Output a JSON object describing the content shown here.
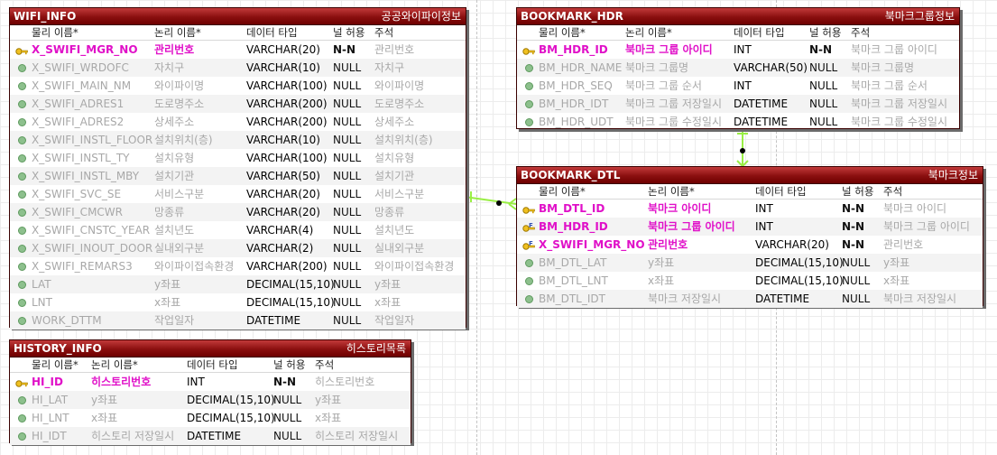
{
  "entities": {
    "wifi": {
      "name": "WIFI_INFO",
      "logical": "공공와이파이정보",
      "headers": [
        "물리 이름*",
        "논리 이름*",
        "데이터 타입",
        "널 허용",
        "주석"
      ],
      "rows": [
        {
          "phys": "X_SWIFI_MGR_NO",
          "logi": "관리번호",
          "type": "VARCHAR(20)",
          "null": "N-N",
          "cmt": "관리번호",
          "key": "pk"
        },
        {
          "phys": "X_SWIFI_WRDOFC",
          "logi": "자치구",
          "type": "VARCHAR(10)",
          "null": "NULL",
          "cmt": "자치구",
          "key": "none"
        },
        {
          "phys": "X_SWIFI_MAIN_NM",
          "logi": "와이파이명",
          "type": "VARCHAR(100)",
          "null": "NULL",
          "cmt": "와이파이명",
          "key": "none"
        },
        {
          "phys": "X_SWIFI_ADRES1",
          "logi": "도로명주소",
          "type": "VARCHAR(200)",
          "null": "NULL",
          "cmt": "도로명주소",
          "key": "none"
        },
        {
          "phys": "X_SWIFI_ADRES2",
          "logi": "상세주소",
          "type": "VARCHAR(200)",
          "null": "NULL",
          "cmt": "상세주소",
          "key": "none"
        },
        {
          "phys": "X_SWIFI_INSTL_FLOOR",
          "logi": "설치위치(층)",
          "type": "VARCHAR(10)",
          "null": "NULL",
          "cmt": "설치위치(층)",
          "key": "none"
        },
        {
          "phys": "X_SWIFI_INSTL_TY",
          "logi": "설치유형",
          "type": "VARCHAR(100)",
          "null": "NULL",
          "cmt": "설치유형",
          "key": "none"
        },
        {
          "phys": "X_SWIFI_INSTL_MBY",
          "logi": "설치기관",
          "type": "VARCHAR(50)",
          "null": "NULL",
          "cmt": "설치기관",
          "key": "none"
        },
        {
          "phys": "X_SWIFI_SVC_SE",
          "logi": "서비스구분",
          "type": "VARCHAR(20)",
          "null": "NULL",
          "cmt": "서비스구분",
          "key": "none"
        },
        {
          "phys": "X_SWIFI_CMCWR",
          "logi": "망종류",
          "type": "VARCHAR(20)",
          "null": "NULL",
          "cmt": "망종류",
          "key": "none"
        },
        {
          "phys": "X_SWIFI_CNSTC_YEAR",
          "logi": "설치년도",
          "type": "VARCHAR(4)",
          "null": "NULL",
          "cmt": "설치년도",
          "key": "none"
        },
        {
          "phys": "X_SWIFI_INOUT_DOOR",
          "logi": "실내외구분",
          "type": "VARCHAR(2)",
          "null": "NULL",
          "cmt": "실내외구분",
          "key": "none"
        },
        {
          "phys": "X_SWIFI_REMARS3",
          "logi": "와이파이접속환경",
          "type": "VARCHAR(200)",
          "null": "NULL",
          "cmt": "와이파이접속환경",
          "key": "none"
        },
        {
          "phys": "LAT",
          "logi": "y좌표",
          "type": "DECIMAL(15,10)",
          "null": "NULL",
          "cmt": "y좌표",
          "key": "none"
        },
        {
          "phys": "LNT",
          "logi": "x좌표",
          "type": "DECIMAL(15,10)",
          "null": "NULL",
          "cmt": "x좌표",
          "key": "none"
        },
        {
          "phys": "WORK_DTTM",
          "logi": "작업일자",
          "type": "DATETIME",
          "null": "NULL",
          "cmt": "작업일자",
          "key": "none"
        }
      ]
    },
    "history": {
      "name": "HISTORY_INFO",
      "logical": "히스토리목록",
      "headers": [
        "물리 이름*",
        "논리 이름*",
        "데이터 타입",
        "널 허용",
        "주석"
      ],
      "rows": [
        {
          "phys": "HI_ID",
          "logi": "히스토리번호",
          "type": "INT",
          "null": "N-N",
          "cmt": "히스토리번호",
          "key": "pk"
        },
        {
          "phys": "HI_LAT",
          "logi": "y좌표",
          "type": "DECIMAL(15,10)",
          "null": "NULL",
          "cmt": "y좌표",
          "key": "none"
        },
        {
          "phys": "HI_LNT",
          "logi": "x좌표",
          "type": "DECIMAL(15,10)",
          "null": "NULL",
          "cmt": "x좌표",
          "key": "none"
        },
        {
          "phys": "HI_IDT",
          "logi": "히스토리 저장일시",
          "type": "DATETIME",
          "null": "NULL",
          "cmt": "히스토리 저장일시",
          "key": "none"
        }
      ]
    },
    "hdr": {
      "name": "BOOKMARK_HDR",
      "logical": "북마크그룹정보",
      "headers": [
        "물리 이름*",
        "논리 이름*",
        "데이터 타입",
        "널 허용",
        "주석"
      ],
      "rows": [
        {
          "phys": "BM_HDR_ID",
          "logi": "북마크 그룹 아이디",
          "type": "INT",
          "null": "N-N",
          "cmt": "북마크 그룹 아이디",
          "key": "pk"
        },
        {
          "phys": "BM_HDR_NAME",
          "logi": "북마크 그룹명",
          "type": "VARCHAR(50)",
          "null": "NULL",
          "cmt": "북마크 그룹명",
          "key": "none"
        },
        {
          "phys": "BM_HDR_SEQ",
          "logi": "북마크 그룹 순서",
          "type": "INT",
          "null": "NULL",
          "cmt": "북마크 그룹 순서",
          "key": "none"
        },
        {
          "phys": "BM_HDR_IDT",
          "logi": "북마크 그룹 저장일시",
          "type": "DATETIME",
          "null": "NULL",
          "cmt": "북마크 그룹 저장일시",
          "key": "none"
        },
        {
          "phys": "BM_HDR_UDT",
          "logi": "북마크 그룹 수정일시",
          "type": "DATETIME",
          "null": "NULL",
          "cmt": "북마크 그룹 수정일시",
          "key": "none"
        }
      ]
    },
    "dtl": {
      "name": "BOOKMARK_DTL",
      "logical": "북마크정보",
      "headers": [
        "물리 이름*",
        "논리 이름*",
        "데이터 타입",
        "널 허용",
        "주석"
      ],
      "rows": [
        {
          "phys": "BM_DTL_ID",
          "logi": "북마크 아이디",
          "type": "INT",
          "null": "N-N",
          "cmt": "북마크 아이디",
          "key": "pk"
        },
        {
          "phys": "BM_HDR_ID",
          "logi": "북마크 그룹 아이디",
          "type": "INT",
          "null": "N-N",
          "cmt": "북마크 그룹 아이디",
          "key": "pkfk"
        },
        {
          "phys": "X_SWIFI_MGR_NO",
          "logi": "관리번호",
          "type": "VARCHAR(20)",
          "null": "N-N",
          "cmt": "관리번호",
          "key": "pkfk"
        },
        {
          "phys": "BM_DTL_LAT",
          "logi": "y좌표",
          "type": "DECIMAL(15,10)",
          "null": "NULL",
          "cmt": "y좌표",
          "key": "none"
        },
        {
          "phys": "BM_DTL_LNT",
          "logi": "x좌표",
          "type": "DECIMAL(15,10)",
          "null": "NULL",
          "cmt": "x좌표",
          "key": "none"
        },
        {
          "phys": "BM_DTL_IDT",
          "logi": "북마크 저장일시",
          "type": "DATETIME",
          "null": "NULL",
          "cmt": "북마크 저장일시",
          "key": "none"
        }
      ]
    }
  },
  "icons": {
    "pk": "key-icon",
    "pkfk": "foreign-key-icon",
    "none": "column-dot-icon"
  },
  "colors": {
    "header": "#8a0f0f",
    "pk_text": "#e010c8",
    "relation_line": "#99ee44",
    "regular_text": "#a8a8a8"
  }
}
